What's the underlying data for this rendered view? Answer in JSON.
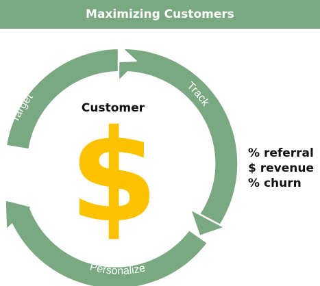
{
  "title": "Maximizing Customers",
  "center": {
    "label": "Customer",
    "symbol": "$"
  },
  "cycle": {
    "steps": [
      "Track",
      "Personalize",
      "Target"
    ]
  },
  "metrics": [
    "% referral",
    "$ revenue",
    "% churn"
  ],
  "colors": {
    "banner": "#7aa881",
    "ring": "#7aa881",
    "dollar": "#fcc200",
    "ring_text": "#ffffff",
    "text": "#111111"
  }
}
